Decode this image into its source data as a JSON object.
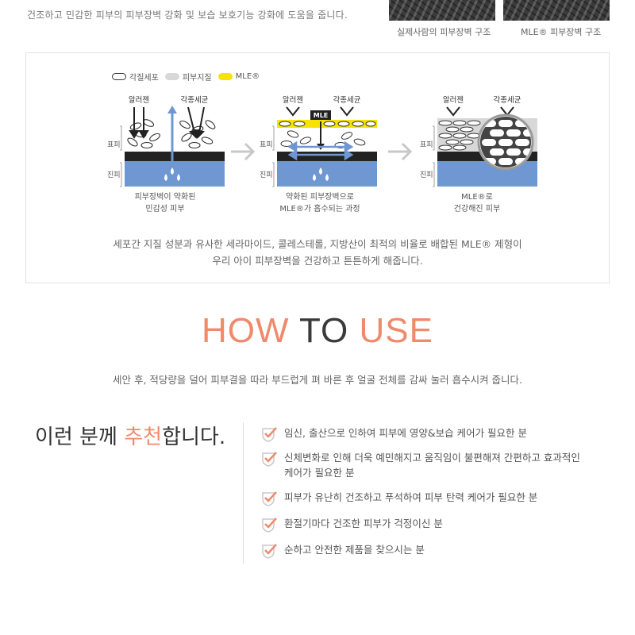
{
  "top": {
    "text": "건조하고 민감한 피부의 피부장벽 강화 및 보습 보호기능 강화에 도움을 줍니다.",
    "captions": [
      "실제사람의 피부장벽 구조",
      "MLE® 피부장벽 구조"
    ]
  },
  "legend": [
    {
      "label": "각질세포",
      "color": "#ffffff"
    },
    {
      "label": "피부지질",
      "color": "#d8d8d8"
    },
    {
      "label": "MLE®",
      "color": "#f6e400"
    }
  ],
  "diagram": {
    "allergen_label": "알러젠",
    "bacteria_label": "각종세균",
    "mle_tag": "MLE",
    "epidermis_label": "표피",
    "dermis_label": "진피",
    "stages": [
      {
        "caption_line1": "피부장벽이 약화된",
        "caption_line2": "민감성 피부"
      },
      {
        "caption_line1": "약화된 피부장벽으로",
        "caption_line2": "MLE®가 흡수되는 과정"
      },
      {
        "caption_line1": "MLE®로",
        "caption_line2": "건강해진 피부"
      }
    ],
    "colors": {
      "dermis": "#6f97d2",
      "dark_layer": "#222222",
      "mle": "#f6e400",
      "arrow": "#c8c8c8"
    }
  },
  "info_note": {
    "line1": "세포간 지질 성분과 유사한 세라마이드, 콜레스테롤, 지방산이 최적의 비율로 배합된 MLE® 제형이",
    "line2": "우리 아이 피부장벽을 건강하고 튼튼하게 해줍니다."
  },
  "howto": {
    "word1": "HOW",
    "word2": "TO",
    "word3": "USE",
    "description": "세안 후, 적당량을 덜어 피부결을 따라 부드럽게 펴 바른 후 얼굴 전체를 감싸 눌러 흡수시켜 줍니다.",
    "accent_color": "#ef8a6c"
  },
  "recommend": {
    "title_prefix": "이런 분께 ",
    "title_highlight": "추천",
    "title_suffix": "합니다.",
    "items": [
      {
        "line1": "임신, 출산으로 인하여 피부에 영양&보습 케어가 필요한 분",
        "line2": ""
      },
      {
        "line1": "신체변화로 인해 더욱 예민해지고 움직임이 불편해져 간편하고 효과적인",
        "line2": "케어가 필요한 분"
      },
      {
        "line1": "피부가 유난히 건조하고 푸석하여 피부 탄력 케어가 필요한 분",
        "line2": ""
      },
      {
        "line1": "환절기마다 건조한 피부가 걱정이신 분",
        "line2": ""
      },
      {
        "line1": "순하고 안전한 제품을 찾으시는 분",
        "line2": ""
      }
    ]
  }
}
